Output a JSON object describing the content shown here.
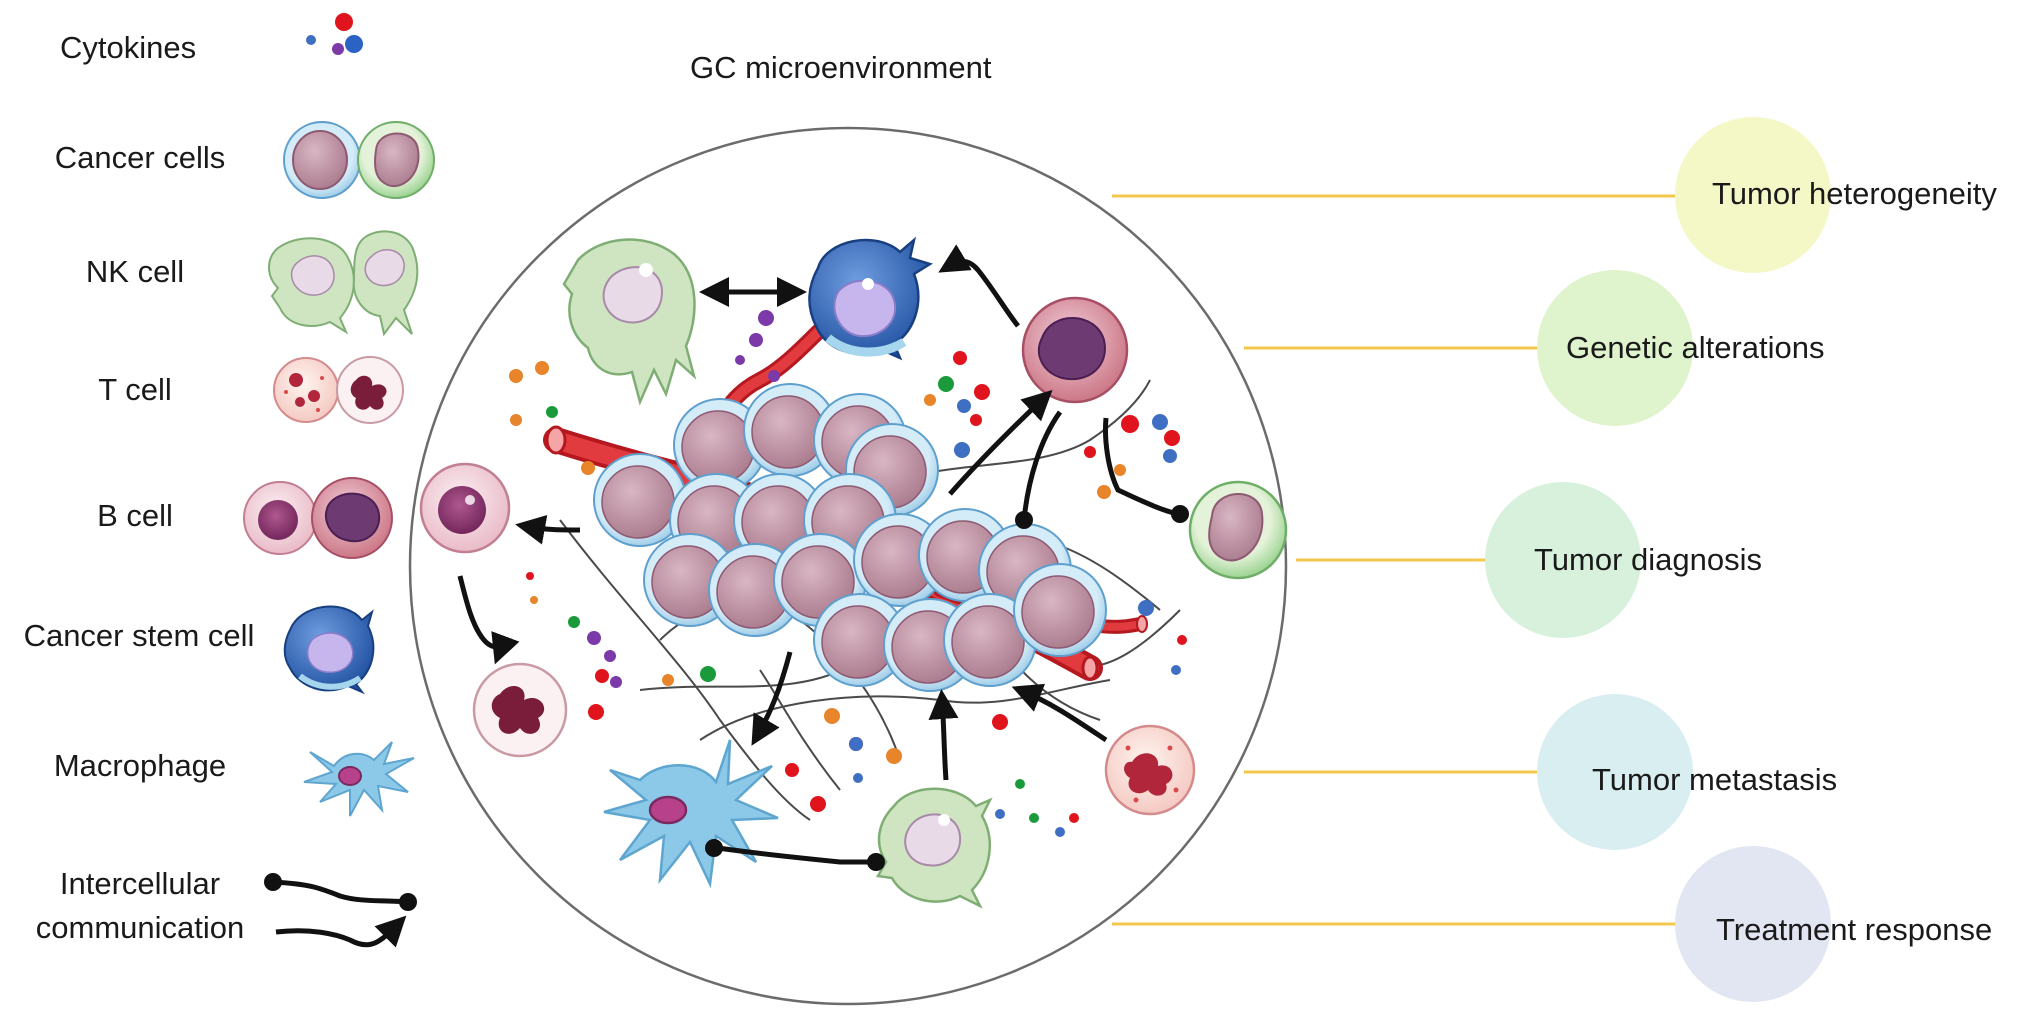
{
  "title": "GC microenvironment",
  "legend": [
    {
      "label": "Cytokines",
      "icon": "cytokines-icon"
    },
    {
      "label": "Cancer cells",
      "icon": "cancer-cells-icon"
    },
    {
      "label": "NK cell",
      "icon": "nk-cell-icon"
    },
    {
      "label": "T cell",
      "icon": "t-cell-icon"
    },
    {
      "label": "B cell",
      "icon": "b-cell-icon"
    },
    {
      "label": "Cancer stem cell",
      "icon": "cancer-stem-cell-icon"
    },
    {
      "label": "Macrophage",
      "icon": "macrophage-icon"
    },
    {
      "label": "Intercellular communication",
      "icon": "intercellular-communication-icon"
    }
  ],
  "legend_comm_line1": "Intercellular",
  "legend_comm_line2": "communication",
  "outcomes": [
    {
      "label": "Tumor heterogeneity",
      "color": "#f4f7c6"
    },
    {
      "label": "Genetic alterations",
      "color": "#dff4cd"
    },
    {
      "label": "Tumor diagnosis",
      "color": "#d8f1dc"
    },
    {
      "label": "Tumor metastasis",
      "color": "#d9eef0"
    },
    {
      "label": "Treatment response",
      "color": "#e2e6f2"
    }
  ],
  "colors": {
    "connector": "#f2c84a",
    "cancer_fill": "#c49aaa",
    "cancer_border": "#b6dcef",
    "vessel": "#d8262c",
    "nk_fill": "#cfe5c2",
    "stem_blue": "#2f66b8",
    "macrophage": "#8cc8e8"
  }
}
